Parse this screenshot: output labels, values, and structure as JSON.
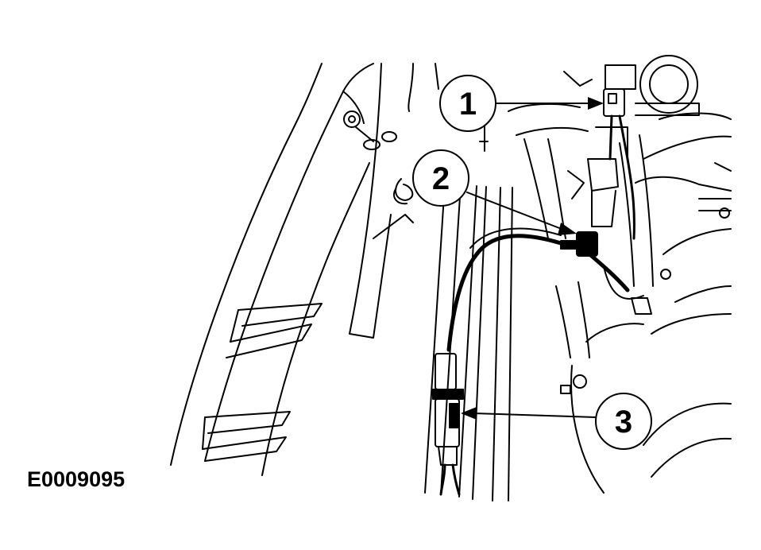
{
  "figure": {
    "id_label": "E0009095"
  },
  "callouts": [
    {
      "number": "1"
    },
    {
      "number": "2"
    },
    {
      "number": "3"
    }
  ],
  "colors": {
    "ink": "#000000",
    "paper": "#ffffff"
  }
}
